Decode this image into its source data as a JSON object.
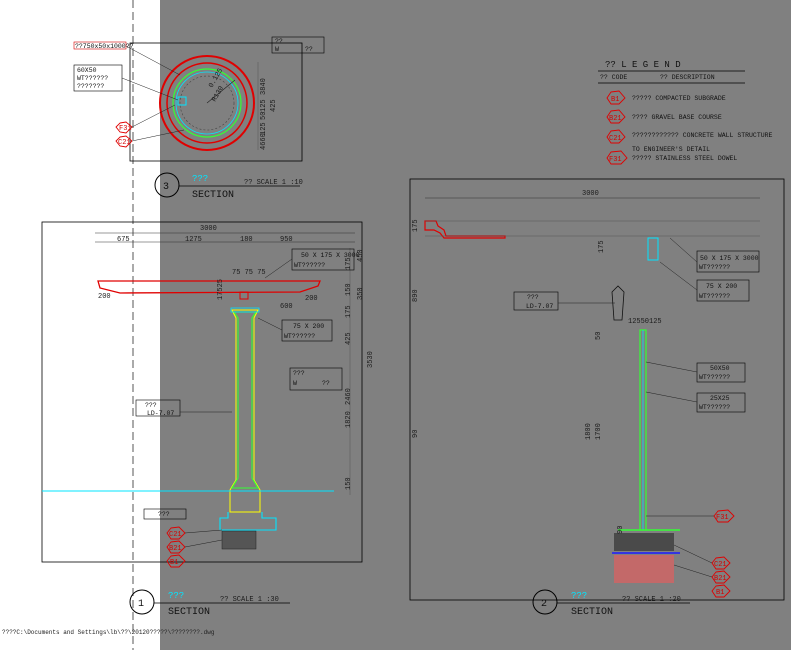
{
  "status": {
    "file_path": "????C:\\Documents and Settings\\lb\\??\\20120?????\\????????.dwg"
  },
  "legend": {
    "title": "?? L E G E N D",
    "col_code": "?? CODE",
    "col_desc": "?? DESCRIPTION",
    "items": [
      {
        "code": "B1",
        "desc": "????? COMPACTED SUBGRADE",
        "desc2": ""
      },
      {
        "code": "B21",
        "desc": "???? GRAVEL BASE COURSE",
        "desc2": ""
      },
      {
        "code": "C21",
        "desc": "???????????? CONCRETE WALL STRUCTURE",
        "desc2": "TO ENGINEER'S DETAIL"
      },
      {
        "code": "F31",
        "desc": "????? STAINLESS STEEL DOWEL",
        "desc2": ""
      }
    ]
  },
  "detail3": {
    "number": "3",
    "title_cn": "???",
    "title": "SECTION",
    "scale": "?? SCALE 1 :10",
    "notes": [
      "??750x50x1000??",
      "60X50",
      "WT??????",
      "???????"
    ],
    "box_note": [
      "??",
      "W",
      "??"
    ],
    "dims": [
      "3840",
      "125",
      "50",
      "425",
      "125",
      "4660",
      "R130",
      "0.125"
    ],
    "tags": [
      "F31",
      "C21"
    ]
  },
  "detail1": {
    "number": "1",
    "title_cn": "???",
    "title": "SECTION",
    "scale": "?? SCALE 1 :30",
    "top_dims": [
      "3000",
      "675",
      "1275",
      "180",
      "950"
    ],
    "notes": [
      "50 X 175 X 3000",
      "WT??????",
      "75 X 200",
      "WT??????",
      "???",
      "W",
      "??",
      "???",
      "LD-7.07",
      "???"
    ],
    "dims": [
      "75 75 75",
      "17525",
      "200",
      "200",
      "600",
      "3530",
      "2460",
      "1820",
      "425",
      "150",
      "175",
      "150",
      "175",
      "350",
      "450",
      "150"
    ],
    "tags": [
      "C21",
      "B21",
      "B1"
    ]
  },
  "detail2": {
    "number": "2",
    "title_cn": "???",
    "title": "SECTION",
    "scale": "?? SCALE 1 :20",
    "top_dim": "3000",
    "notes": [
      "50 X 175 X 3000",
      "WT??????",
      "75 X 200",
      "WT??????",
      "???",
      "LD-7.07",
      "50X50",
      "WT??????",
      "25X25",
      "WT??????"
    ],
    "dims": [
      "175",
      "175",
      "890",
      "12550125",
      "50",
      "1800",
      "1700",
      "90",
      "90"
    ],
    "tags": [
      "F31",
      "C21",
      "B21",
      "B1"
    ]
  },
  "colors": {
    "canvas": "#808080",
    "left_pane": "#ffffff",
    "red": "#e00000",
    "cyan": "#00e5ff",
    "green": "#33ff33",
    "yellow": "#ffff00",
    "blue": "#1a1aff"
  }
}
